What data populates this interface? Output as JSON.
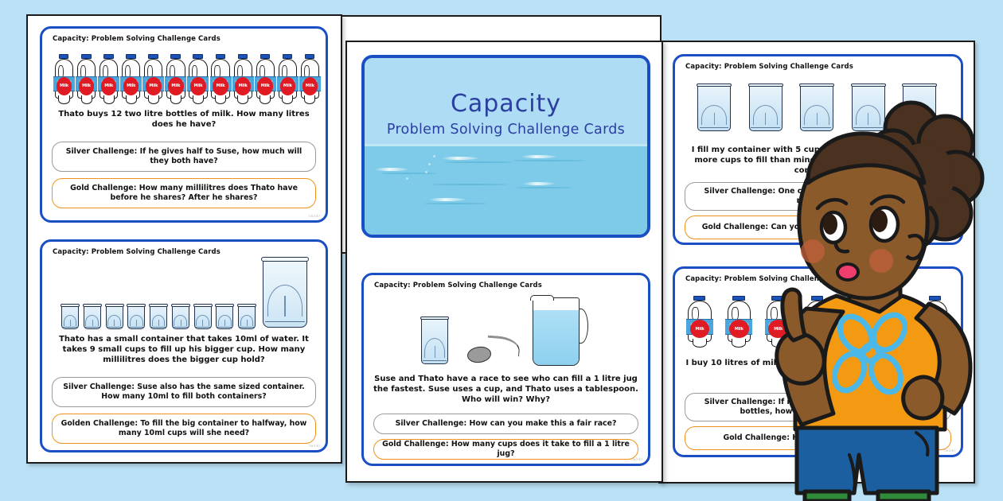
{
  "background_color": "#b9e0f4",
  "accent_colors": {
    "card_border_blue": "#1a4fc4",
    "silver_pill": "#9a9a9a",
    "gold_pill": "#f0921b",
    "cover_sky": "#aedcf5",
    "cover_sea": "#7dcbe8",
    "title_text": "#2b3fa0",
    "shirt_orange": "#f39a12",
    "shorts_blue": "#1b5fa0",
    "socks_green": "#2f8b3a",
    "skin": "#8a5a2b",
    "hair": "#4a3120"
  },
  "cover_card": {
    "header": "",
    "title": "Capacity",
    "subtitle": "Problem Solving Challenge Cards",
    "watermark": "twinkl"
  },
  "cards": [
    {
      "id": "card-milk-12",
      "header": "Capacity: Problem Solving Challenge Cards",
      "illustration": "twelve-milk-bottles",
      "prompt": "Thato buys 12 two litre bottles of milk. How many litres does he have?",
      "silver": "Silver Challenge: If he gives half to Suse, how much will they both have?",
      "gold": "Gold Challenge: How many millilitres does Thato have before he shares? After he shares?",
      "watermark": "twinkl"
    },
    {
      "id": "card-small-cups",
      "header": "Capacity: Problem Solving Challenge Cards",
      "illustration": "nine-small-glasses-and-one-big-glass",
      "prompt": "Thato has a small container that takes 10ml of water. It takes 9 small cups to fill up his bigger cup. How many millilitres does the bigger cup hold?",
      "silver": "Silver Challenge: Suse also has the same sized container. How many 10ml to fill both containers?",
      "gold": "Golden Challenge: To fill the big container to halfway, how many 10ml cups will she need?",
      "watermark": "twinkl"
    },
    {
      "id": "card-five-cups",
      "header": "Capacity: Problem Solving Challenge Cards",
      "illustration": "five-glasses",
      "prompt": "I fill my container with 5 cups. Thato's container takes 3 more cups to fill than mine. How many cups fill Thato's container?",
      "prompt_visible": "I fill my container with 5 cups. Thato's conta... more cups to fill than mine. How many cups... Thato's container?",
      "silver": "Silver Challenge: One cup equals 250ml. Work out the millilitres.",
      "silver_visible": "Silver Challenge: One cup equals 250ml. W... millilitres.",
      "gold": "Gold Challenge: Can you convert your answer to litres?",
      "gold_visible": "Gold Challenge: Can you convert your...",
      "watermark": "twinkl"
    },
    {
      "id": "card-race",
      "header": "Capacity: Problem Solving Challenge Cards",
      "illustration": "glass-spoon-and-jug",
      "prompt": "Suse and Thato have a race to see who can fill a 1 litre jug the fastest. Suse uses a cup, and Thato uses a tablespoon. Who will win? Why?",
      "silver": "Silver Challenge: How can you make this a fair race?",
      "gold": "Gold Challenge: How many cups does it take to fill a 1 litre jug?",
      "watermark": "twinkl"
    },
    {
      "id": "card-ten-litres",
      "header": "Capacity: Problem Solving Challenge Cards",
      "header_visible": "Capacity: Problem Solving Challenge",
      "illustration": "ten-milk-bottles",
      "prompt": "I buy 10 litres of milk. I use half of it. How much have I got left?",
      "prompt_visible": "I buy 10 litres of milk. I use half of... got left?",
      "silver": "Silver Challenge: If my 10 litres of milk came in 2 litre bottles, how many bottles do I have?",
      "silver_visible": "Silver Challenge: If my 10 litres of... many bottles d...",
      "gold": "Gold Challenge: How many millilitres is that?",
      "gold_visible": "Gold Challenge: How many...",
      "watermark": "twinkl"
    }
  ],
  "bottle_label_text": "Milk",
  "counts": {
    "card_milk_12_bottles": 12,
    "card_small_cups_glasses": 9,
    "card_five_cups_glasses": 5,
    "card_ten_litres_bottles": 7
  },
  "character": {
    "name": "thinking-girl",
    "pose": "index-finger-raised",
    "shirt_motif": "flower"
  }
}
